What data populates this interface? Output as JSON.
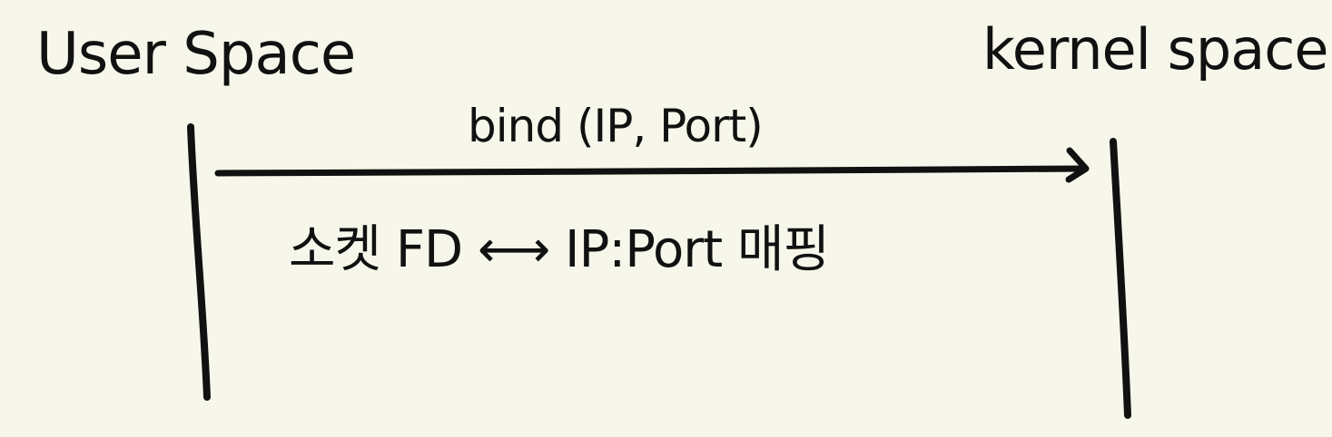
{
  "diagram": {
    "participants": [
      {
        "label": "User Space"
      },
      {
        "label": "kernel space"
      }
    ],
    "message": {
      "label": "bind (IP, Port)"
    },
    "note": {
      "label": "소켓 FD ⟷ IP:Port 매핑"
    }
  },
  "colors": {
    "background": "#f7f6ea",
    "ink": "#111111"
  }
}
